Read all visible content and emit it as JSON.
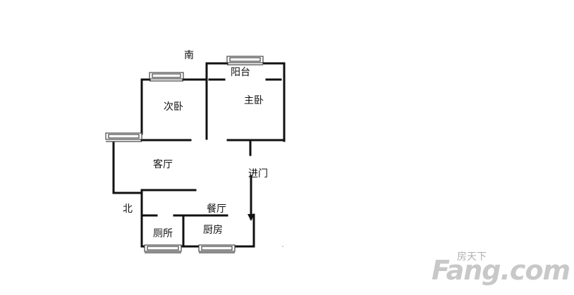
{
  "orientation": {
    "south": "南",
    "north": "北"
  },
  "rooms": {
    "balcony": "阳台",
    "master_bedroom": "主卧",
    "second_bedroom": "次卧",
    "living_room": "客厅",
    "entrance": "进门",
    "dining_room": "餐厅",
    "toilet": "厕所",
    "kitchen": "厨房"
  },
  "watermark": {
    "cn": "房天下",
    "en": "Fang.com"
  },
  "colors": {
    "wall": "#111111",
    "window_frame": "#444444",
    "watermark": "#c8c8c8"
  }
}
